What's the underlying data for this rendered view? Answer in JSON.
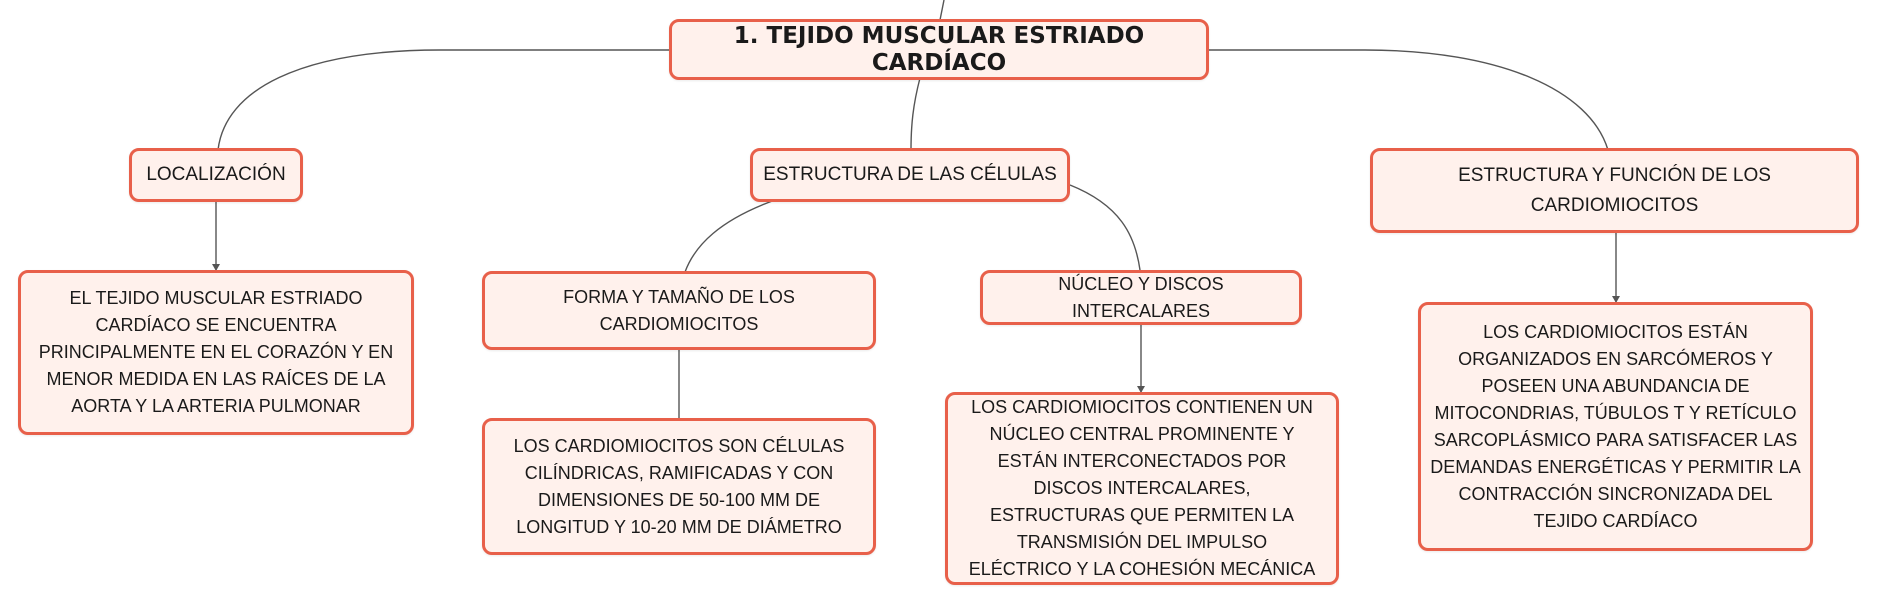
{
  "diagram": {
    "root": {
      "label": "1. TEJIDO MUSCULAR ESTRIADO CARDÍACO"
    },
    "localizacion": {
      "label": "LOCALIZACIÓN",
      "detail": "EL TEJIDO MUSCULAR ESTRIADO CARDÍACO SE ENCUENTRA PRINCIPALMENTE EN EL CORAZÓN Y EN MENOR MEDIDA EN LAS RAÍCES DE LA AORTA Y LA ARTERIA PULMONAR"
    },
    "estructura_celulas": {
      "label": "ESTRUCTURA DE LAS CÉLULAS",
      "forma": {
        "label": "FORMA Y TAMAÑO DE LOS CARDIOMIOCITOS",
        "detail": "LOS CARDIOMIOCITOS SON CÉLULAS CILÍNDRICAS, RAMIFICADAS Y CON DIMENSIONES DE 50-100 MM DE LONGITUD Y 10-20 MM DE DIÁMETRO"
      },
      "nucleo": {
        "label": "NÚCLEO Y DISCOS INTERCALARES",
        "detail": "LOS CARDIOMIOCITOS CONTIENEN UN NÚCLEO CENTRAL PROMINENTE Y ESTÁN INTERCONECTADOS POR DISCOS INTERCALARES, ESTRUCTURAS QUE PERMITEN LA TRANSMISIÓN DEL IMPULSO ELÉCTRICO Y LA COHESIÓN MECÁNICA"
      }
    },
    "estructura_funcion": {
      "label": "ESTRUCTURA Y FUNCIÓN DE LOS CARDIOMIOCITOS",
      "detail": "LOS CARDIOMIOCITOS ESTÁN ORGANIZADOS EN SARCÓMEROS Y POSEEN UNA ABUNDANCIA DE MITOCONDRIAS, TÚBULOS T Y RETÍCULO SARCOPLÁSMICO PARA SATISFACER LAS DEMANDAS ENERGÉTICAS Y PERMITIR LA CONTRACCIÓN SINCRONIZADA DEL TEJIDO CARDÍACO"
    }
  },
  "colors": {
    "node_border": "#e8604a",
    "node_fill": "#fff1ec",
    "connector": "#555555",
    "text": "#1a1a1a"
  }
}
